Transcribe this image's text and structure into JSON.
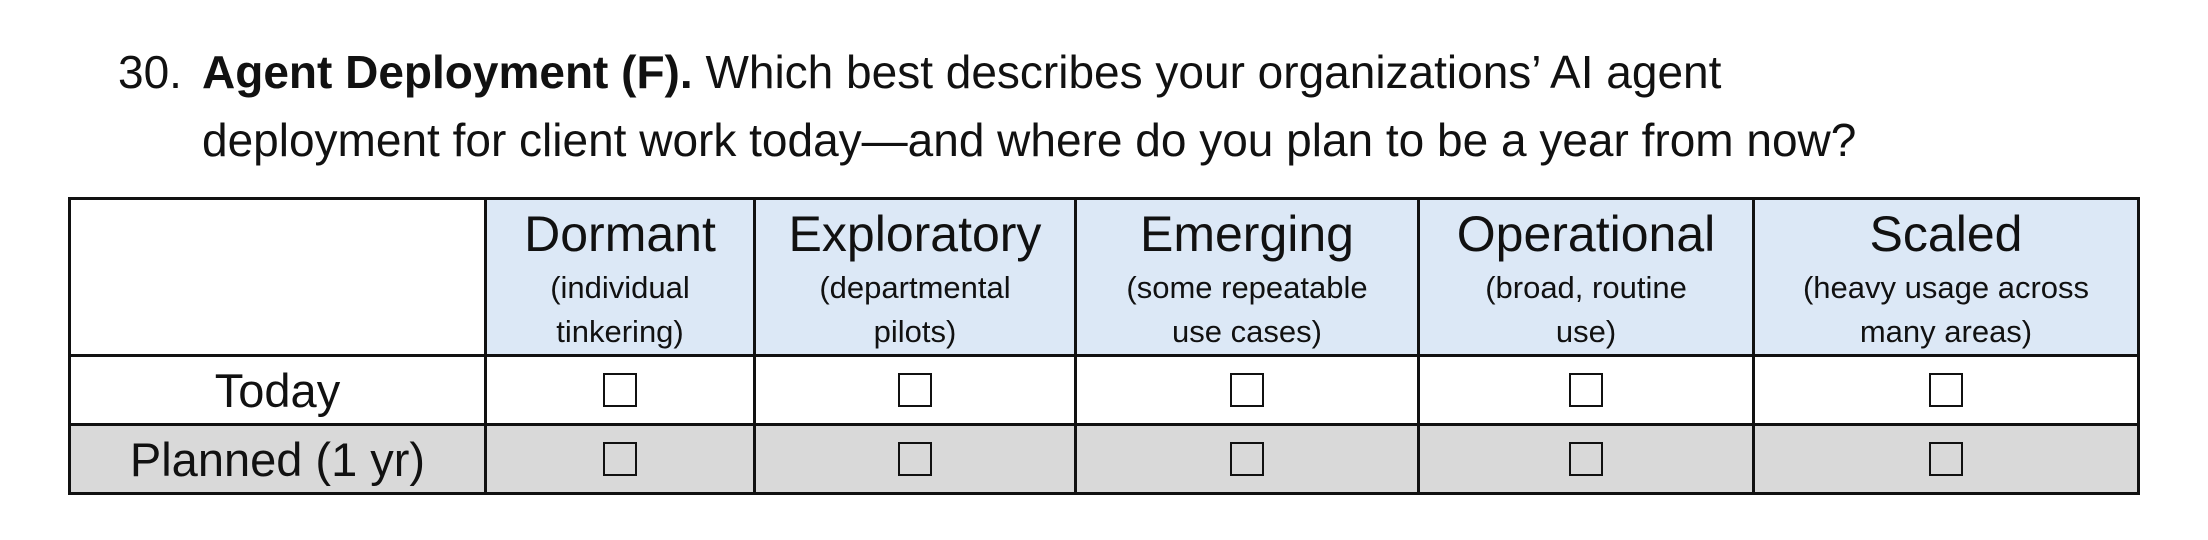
{
  "question": {
    "number": "30.",
    "title": "Agent Deployment (F).",
    "text_line1": "Which best describes your organizations’ AI agent",
    "text_line2": "deployment for client work today—and where do you plan to be a year from now?"
  },
  "columns": [
    {
      "name": "Dormant",
      "desc_line1": "(individual",
      "desc_line2": "tinkering)"
    },
    {
      "name": "Exploratory",
      "desc_line1": "(departmental",
      "desc_line2": "pilots)"
    },
    {
      "name": "Emerging",
      "desc_line1": "(some repeatable",
      "desc_line2": "use cases)"
    },
    {
      "name": "Operational",
      "desc_line1": "(broad, routine",
      "desc_line2": "use)"
    },
    {
      "name": "Scaled",
      "desc_line1": "(heavy usage across",
      "desc_line2": "many areas)"
    }
  ],
  "rows": [
    {
      "label": "Today"
    },
    {
      "label": "Planned (1 yr)"
    }
  ],
  "colors": {
    "header_bg": "#dce8f6",
    "planned_row_bg": "#d9d9d9",
    "border": "#111111"
  }
}
